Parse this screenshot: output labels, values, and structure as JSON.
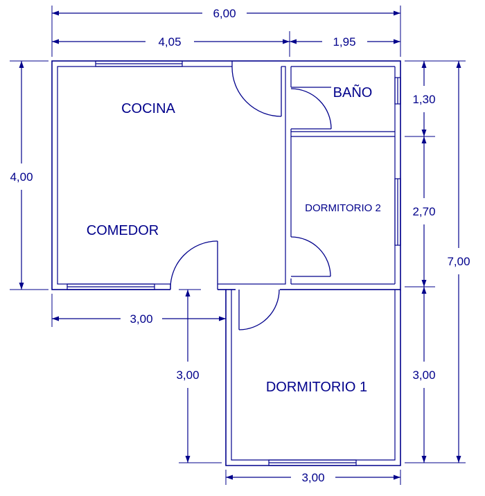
{
  "colors": {
    "ink": "#00008B",
    "background": "#ffffff"
  },
  "rooms": {
    "cocina": "COCINA",
    "comedor": "COMEDOR",
    "bano": "BAÑO",
    "dormitorio2": "DORMITORIO 2",
    "dormitorio1": "DORMITORIO 1"
  },
  "dimensions": {
    "top_total": "6,00",
    "top_left": "4,05",
    "top_right": "1,95",
    "left_height": "4,00",
    "right_bano": "1,30",
    "right_dorm2": "2,70",
    "right_total": "7,00",
    "bottom_left_width": "3,00",
    "dorm1_height_left": "3,00",
    "dorm1_height_right": "3,00",
    "bottom_width": "3,00"
  }
}
